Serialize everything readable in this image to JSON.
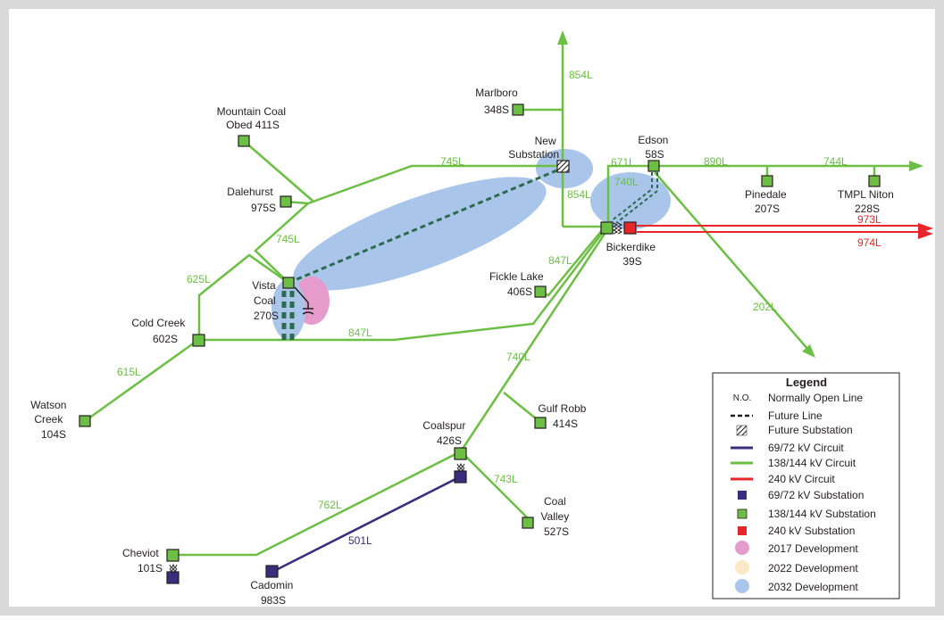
{
  "substations": {
    "mountain_coal": [
      "Mountain Coal",
      "Obed 411S"
    ],
    "dalehurst": [
      "Dalehurst",
      "975S"
    ],
    "marlboro": [
      "Marlboro",
      "348S"
    ],
    "new_substation": [
      "New",
      "Substation"
    ],
    "edson": [
      "Edson",
      "58S"
    ],
    "pinedale": [
      "Pinedale",
      "207S"
    ],
    "tmpl_niton": [
      "TMPL Niton",
      "228S"
    ],
    "bickerdike": [
      "Bickerdike",
      "39S"
    ],
    "vista_coal": [
      "Vista",
      "Coal",
      "270S"
    ],
    "cold_creek": [
      "Cold Creek",
      "602S"
    ],
    "fickle_lake": [
      "Fickle Lake",
      "406S"
    ],
    "watson_creek": [
      "Watson",
      "Creek",
      "104S"
    ],
    "gulf_robb": [
      "Gulf Robb",
      "414S"
    ],
    "coalspur": [
      "Coalspur",
      "426S"
    ],
    "coal_valley": [
      "Coal",
      "Valley",
      "527S"
    ],
    "cheviot": [
      "Cheviot",
      "101S"
    ],
    "cadomin": [
      "Cadomin",
      "983S"
    ]
  },
  "lines": {
    "l854_top": "854L",
    "l854_bottom": "854L",
    "l745_top": "745L",
    "l745_left": "745L",
    "l671": "671L",
    "l890": "890L",
    "l744": "744L",
    "l740_edson": "740L",
    "l973": "973L",
    "l974": "974L",
    "l625": "625L",
    "l847_right": "847L",
    "l847_bottom": "847L",
    "l615": "615L",
    "l202": "202L",
    "l740": "740L",
    "l743": "743L",
    "l762": "762L",
    "l501": "501L"
  },
  "legend": {
    "title": "Legend",
    "no_abbrev": "N.O.",
    "items": [
      "Normally Open Line",
      "Future Line",
      "Future Substation",
      "69/72 kV Circuit",
      "138/144 kV Circuit",
      "240 kV Circuit",
      "69/72 kV Substation",
      "138/144 kV Substation",
      "240 kV Substation",
      "2017 Development",
      "2022 Development",
      "2032 Development"
    ]
  },
  "colors": {
    "line_138": "#6cbf44",
    "line_240": "#e8262a",
    "line_69": "#3b2d7d",
    "sub_138": "#6cbf44",
    "sub_240": "#e8262a",
    "sub_69": "#3b2d7d",
    "dev_2017": "#e59bcb",
    "dev_2022": "#fde8c6",
    "dev_2032": "#a9c6ea",
    "future_line": "#2d6b4f",
    "frame": "#d9d9d9"
  }
}
